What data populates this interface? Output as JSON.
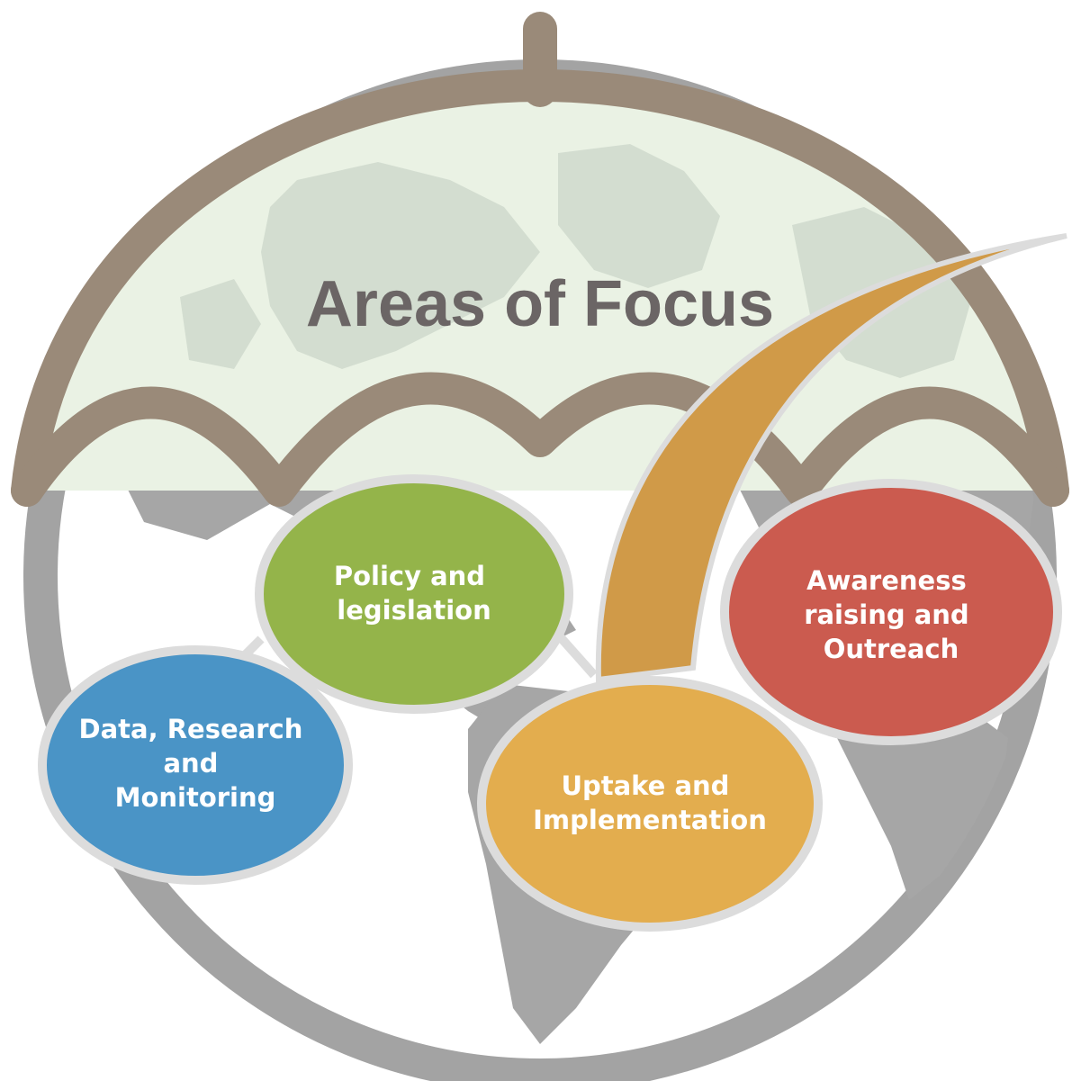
{
  "title": "Areas of Focus",
  "areas": [
    {
      "id": "policy",
      "lines": [
        "Policy and",
        "legislation"
      ],
      "color": "#94b44a"
    },
    {
      "id": "data",
      "lines": [
        "Data, Research",
        "and",
        "Monitoring"
      ],
      "color": "#4a94c6"
    },
    {
      "id": "uptake",
      "lines": [
        "Uptake and",
        "Implementation"
      ],
      "color": "#e3ad4e"
    },
    {
      "id": "awareness",
      "lines": [
        "Awareness",
        "raising and",
        "Outreach"
      ],
      "color": "#cb5b4f"
    }
  ],
  "colors": {
    "umbrella_frame": "#9a8a79",
    "globe_ring": "#a3a3a3",
    "continents": "#a6a6a6",
    "canopy_fill": "#eaf2e4",
    "swoosh": "#d09a48",
    "bubble_border": "#dcdcdc"
  }
}
